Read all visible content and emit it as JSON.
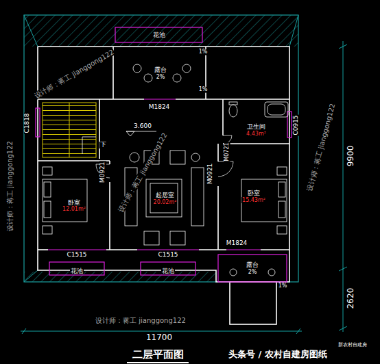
{
  "diagram": {
    "title": "二层平面图",
    "nodes": [
      {
        "text": [
          "花池"
        ]
      },
      {
        "text": [
          "露台",
          "2%"
        ]
      },
      {
        "text": [
          "卫生间",
          "4.43m²"
        ]
      },
      {
        "text": [
          "卧室",
          "12.01m²"
        ]
      },
      {
        "text": [
          "起居室",
          "20.02m²"
        ]
      },
      {
        "text": [
          "卧室",
          "15.43m²"
        ]
      },
      {
        "text": [
          "露台",
          "2%"
        ]
      },
      {
        "text": [
          "C1515",
          "花池"
        ]
      },
      {
        "text": [
          "C1515",
          "花池"
        ]
      }
    ],
    "labels": [
      "1%",
      "1%",
      "M1824",
      "C1818",
      "3.600",
      "下",
      "C0915",
      "M0721",
      "M0921",
      "M0921",
      "M1824",
      "1%",
      "9900",
      "2620",
      "11700",
      "设计师：蒋工 jianggong122",
      "设计师：蒋工 jianggong122",
      "设计师：蒋工 jianggong122",
      "设计师：蒋工 jianggong122",
      "设计师：蒋工 jianggong122",
      "头条号 / 农村自建房图纸",
      "新农村自建房"
    ]
  }
}
